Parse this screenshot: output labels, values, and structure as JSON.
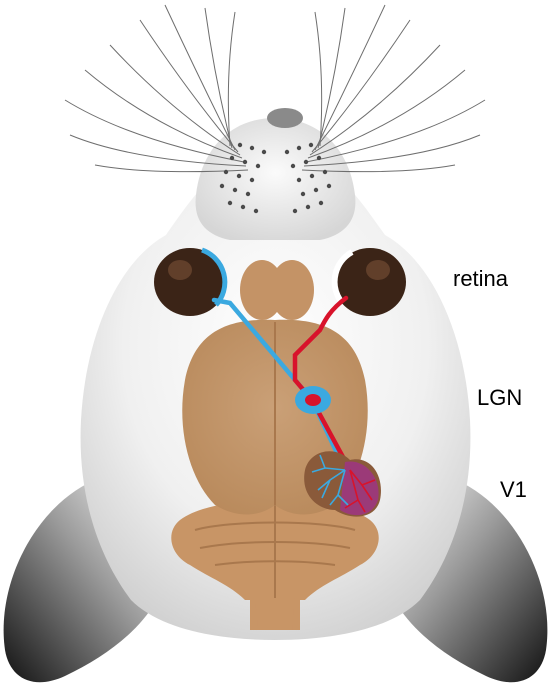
{
  "labels": {
    "retina": "retina",
    "lgn": "LGN",
    "v1": "V1"
  },
  "colors": {
    "background": "#ffffff",
    "head_light": "#f4f4f4",
    "head_shade": "#d2d2d2",
    "brain": "#c49366",
    "brain_dark": "#a9784d",
    "hindbrain": "#c89566",
    "eye": "#3b2417",
    "left_pathway": "#3ba9e0",
    "right_pathway": "#d8132b",
    "v1_overlap": "#9b3a78",
    "whisker": "#6e6e6e",
    "whisker_dot": "#4a4a4a"
  },
  "icons": {
    "head": "mouse-head-icon",
    "left_eye": "left-eye-icon",
    "right_eye": "right-eye-icon",
    "brain": "brain-icon",
    "lgn": "lgn-icon",
    "v1": "v1-icon"
  }
}
